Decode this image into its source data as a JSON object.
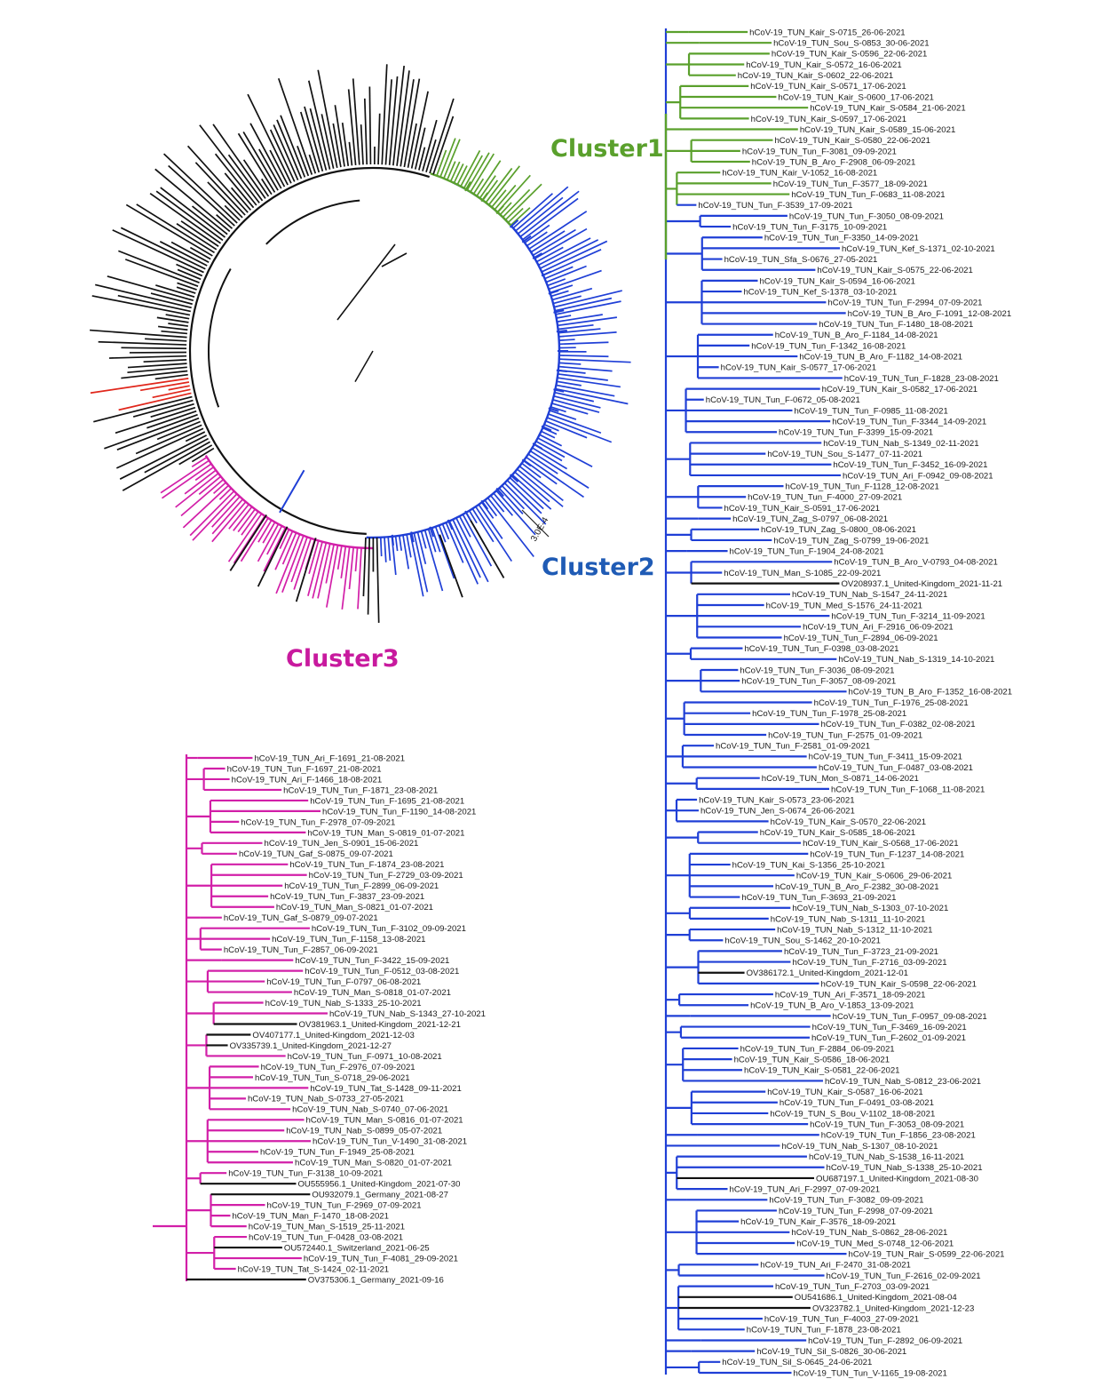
{
  "clusters": {
    "cluster1": {
      "label": "Cluster1",
      "color": "#5aa02c"
    },
    "cluster2": {
      "label": "Cluster2",
      "color": "#1f3fd6"
    },
    "cluster3": {
      "label": "Cluster3",
      "color": "#d21fa8"
    }
  },
  "colors": {
    "other": "#111111",
    "highlight": "#e0261b"
  },
  "scale_bar_label": "3.0E-4",
  "right_tree": {
    "tips": [
      {
        "label": "hCoV-19_TUN_Kair_S-0715_26-06-2021",
        "c": "g"
      },
      {
        "label": "hCoV-19_TUN_Sou_S-0853_30-06-2021",
        "c": "g"
      },
      {
        "label": "hCoV-19_TUN_Kair_S-0596_22-06-2021",
        "c": "g"
      },
      {
        "label": "hCoV-19_TUN_Kair_S-0572_16-06-2021",
        "c": "g"
      },
      {
        "label": "hCoV-19_TUN_Kair_S-0602_22-06-2021",
        "c": "g"
      },
      {
        "label": "hCoV-19_TUN_Kair_S-0571_17-06-2021",
        "c": "g"
      },
      {
        "label": "hCoV-19_TUN_Kair_S-0600_17-06-2021",
        "c": "g"
      },
      {
        "label": "hCoV-19_TUN_Kair_S-0584_21-06-2021",
        "c": "g"
      },
      {
        "label": "hCoV-19_TUN_Kair_S-0597_17-06-2021",
        "c": "g"
      },
      {
        "label": "hCoV-19_TUN_Kair_S-0589_15-06-2021",
        "c": "g"
      },
      {
        "label": "hCoV-19_TUN_Kair_S-0580_22-06-2021",
        "c": "g"
      },
      {
        "label": "hCoV-19_TUN_Tun_F-3081_09-09-2021",
        "c": "g"
      },
      {
        "label": "hCoV-19_TUN_B_Aro_F-2908_06-09-2021",
        "c": "g"
      },
      {
        "label": "hCoV-19_TUN_Kair_V-1052_16-08-2021",
        "c": "g"
      },
      {
        "label": "hCoV-19_TUN_Tun_F-3577_18-09-2021",
        "c": "g"
      },
      {
        "label": "hCoV-19_TUN_Tun_F-0683_11-08-2021",
        "c": "g"
      },
      {
        "label": "hCoV-19_TUN_Tun_F-3539_17-09-2021",
        "c": "b"
      },
      {
        "label": "hCoV-19_TUN_Tun_F-3050_08-09-2021",
        "c": "b"
      },
      {
        "label": "hCoV-19_TUN_Tun_F-3175_10-09-2021",
        "c": "b"
      },
      {
        "label": "hCoV-19_TUN_Tun_F-3350_14-09-2021",
        "c": "b"
      },
      {
        "label": "hCoV-19_TUN_Kef_S-1371_02-10-2021",
        "c": "b"
      },
      {
        "label": "hCoV-19_TUN_Sfa_S-0676_27-05-2021",
        "c": "b"
      },
      {
        "label": "hCoV-19_TUN_Kair_S-0575_22-06-2021",
        "c": "b"
      },
      {
        "label": "hCoV-19_TUN_Kair_S-0594_16-06-2021",
        "c": "b"
      },
      {
        "label": "hCoV-19_TUN_Kef_S-1378_03-10-2021",
        "c": "b"
      },
      {
        "label": "hCoV-19_TUN_Tun_F-2994_07-09-2021",
        "c": "b"
      },
      {
        "label": "hCoV-19_TUN_B_Aro_F-1091_12-08-2021",
        "c": "b"
      },
      {
        "label": "hCoV-19_TUN_Tun_F-1480_18-08-2021",
        "c": "b"
      },
      {
        "label": "hCoV-19_TUN_B_Aro_F-1184_14-08-2021",
        "c": "b"
      },
      {
        "label": "hCoV-19_TUN_Tun_F-1342_16-08-2021",
        "c": "b"
      },
      {
        "label": "hCoV-19_TUN_B_Aro_F-1182_14-08-2021",
        "c": "b"
      },
      {
        "label": "hCoV-19_TUN_Kair_S-0577_17-06-2021",
        "c": "b"
      },
      {
        "label": "hCoV-19_TUN_Tun_F-1828_23-08-2021",
        "c": "b"
      },
      {
        "label": "hCoV-19_TUN_Kair_S-0582_17-06-2021",
        "c": "b"
      },
      {
        "label": "hCoV-19_TUN_Tun_F-0672_05-08-2021",
        "c": "b"
      },
      {
        "label": "hCoV-19_TUN_Tun_F-0985_11-08-2021",
        "c": "b"
      },
      {
        "label": "hCoV-19_TUN_Tun_F-3344_14-09-2021",
        "c": "b"
      },
      {
        "label": "hCoV-19_TUN_Tun_F-3399_15-09-2021",
        "c": "b"
      },
      {
        "label": "hCoV-19_TUN_Nab_S-1349_02-11-2021",
        "c": "b"
      },
      {
        "label": "hCoV-19_TUN_Sou_S-1477_07-11-2021",
        "c": "b"
      },
      {
        "label": "hCoV-19_TUN_Tun_F-3452_16-09-2021",
        "c": "b"
      },
      {
        "label": "hCoV-19_TUN_Ari_F-0942_09-08-2021",
        "c": "b"
      },
      {
        "label": "hCoV-19_TUN_Tun_F-1128_12-08-2021",
        "c": "b"
      },
      {
        "label": "hCoV-19_TUN_Tun_F-4000_27-09-2021",
        "c": "b"
      },
      {
        "label": "hCoV-19_TUN_Kair_S-0591_17-06-2021",
        "c": "b"
      },
      {
        "label": "hCoV-19_TUN_Zag_S-0797_06-08-2021",
        "c": "b"
      },
      {
        "label": "hCoV-19_TUN_Zag_S-0800_08-06-2021",
        "c": "b"
      },
      {
        "label": "hCoV-19_TUN_Zag_S-0799_19-06-2021",
        "c": "b"
      },
      {
        "label": "hCoV-19_TUN_Tun_F-1904_24-08-2021",
        "c": "b"
      },
      {
        "label": "hCoV-19_TUN_B_Aro_V-0793_04-08-2021",
        "c": "b"
      },
      {
        "label": "hCoV-19_TUN_Man_S-1085_22-09-2021",
        "c": "b"
      },
      {
        "label": "OV208937.1_United-Kingdom_2021-11-21",
        "c": "k"
      },
      {
        "label": "hCoV-19_TUN_Nab_S-1547_24-11-2021",
        "c": "b"
      },
      {
        "label": "hCoV-19_TUN_Med_S-1576_24-11-2021",
        "c": "b"
      },
      {
        "label": "hCoV-19_TUN_Tun_F-3214_11-09-2021",
        "c": "b"
      },
      {
        "label": "hCoV-19_TUN_Ari_F-2916_06-09-2021",
        "c": "b"
      },
      {
        "label": "hCoV-19_TUN_Tun_F-2894_06-09-2021",
        "c": "b"
      },
      {
        "label": "hCoV-19_TUN_Tun_F-0398_03-08-2021",
        "c": "b"
      },
      {
        "label": "hCoV-19_TUN_Nab_S-1319_14-10-2021",
        "c": "b"
      },
      {
        "label": "hCoV-19_TUN_Tun_F-3036_08-09-2021",
        "c": "b"
      },
      {
        "label": "hCoV-19_TUN_Tun_F-3057_08-09-2021",
        "c": "b"
      },
      {
        "label": "hCoV-19_TUN_B_Aro_F-1352_16-08-2021",
        "c": "b"
      },
      {
        "label": "hCoV-19_TUN_Tun_F-1976_25-08-2021",
        "c": "b"
      },
      {
        "label": "hCoV-19_TUN_Tun_F-1978_25-08-2021",
        "c": "b"
      },
      {
        "label": "hCoV-19_TUN_Tun_F-0382_02-08-2021",
        "c": "b"
      },
      {
        "label": "hCoV-19_TUN_Tun_F-2575_01-09-2021",
        "c": "b"
      },
      {
        "label": "hCoV-19_TUN_Tun_F-2581_01-09-2021",
        "c": "b"
      },
      {
        "label": "hCoV-19_TUN_Tun_F-3411_15-09-2021",
        "c": "b"
      },
      {
        "label": "hCoV-19_TUN_Tun_F-0487_03-08-2021",
        "c": "b"
      },
      {
        "label": "hCoV-19_TUN_Mon_S-0871_14-06-2021",
        "c": "b"
      },
      {
        "label": "hCoV-19_TUN_Tun_F-1068_11-08-2021",
        "c": "b"
      },
      {
        "label": "hCoV-19_TUN_Kair_S-0573_23-06-2021",
        "c": "b"
      },
      {
        "label": "hCoV-19_TUN_Jen_S-0674_26-06-2021",
        "c": "b"
      },
      {
        "label": "hCoV-19_TUN_Kair_S-0570_22-06-2021",
        "c": "b"
      },
      {
        "label": "hCoV-19_TUN_Kair_S-0585_18-06-2021",
        "c": "b"
      },
      {
        "label": "hCoV-19_TUN_Kair_S-0568_17-06-2021",
        "c": "b"
      },
      {
        "label": "hCoV-19_TUN_Tun_F-1237_14-08-2021",
        "c": "b"
      },
      {
        "label": "hCoV-19_TUN_Kai_S-1356_25-10-2021",
        "c": "b"
      },
      {
        "label": "hCoV-19_TUN_Kair_S-0606_29-06-2021",
        "c": "b"
      },
      {
        "label": "hCoV-19_TUN_B_Aro_F-2382_30-08-2021",
        "c": "b"
      },
      {
        "label": "hCoV-19_TUN_Tun_F-3693_21-09-2021",
        "c": "b"
      },
      {
        "label": "hCoV-19_TUN_Nab_S-1303_07-10-2021",
        "c": "b"
      },
      {
        "label": "hCoV-19_TUN_Nab_S-1311_11-10-2021",
        "c": "b"
      },
      {
        "label": "hCoV-19_TUN_Nab_S-1312_11-10-2021",
        "c": "b"
      },
      {
        "label": "hCoV-19_TUN_Sou_S-1462_20-10-2021",
        "c": "b"
      },
      {
        "label": "hCoV-19_TUN_Tun_F-3723_21-09-2021",
        "c": "b"
      },
      {
        "label": "hCoV-19_TUN_Tun_F-2716_03-09-2021",
        "c": "b"
      },
      {
        "label": "OV386172.1_United-Kingdom_2021-12-01",
        "c": "k"
      },
      {
        "label": "hCoV-19_TUN_Kair_S-0598_22-06-2021",
        "c": "b"
      },
      {
        "label": "hCoV-19_TUN_Ari_F-3571_18-09-2021",
        "c": "b"
      },
      {
        "label": "hCoV-19_TUN_B_Aro_V-1853_13-09-2021",
        "c": "b"
      },
      {
        "label": "hCoV-19_TUN_Tun_F-0957_09-08-2021",
        "c": "b"
      },
      {
        "label": "hCoV-19_TUN_Tun_F-3469_16-09-2021",
        "c": "b"
      },
      {
        "label": "hCoV-19_TUN_Tun_F-2602_01-09-2021",
        "c": "b"
      },
      {
        "label": "hCoV-19_TUN_Tun_F-2884_06-09-2021",
        "c": "b"
      },
      {
        "label": "hCoV-19_TUN_Kair_S-0586_18-06-2021",
        "c": "b"
      },
      {
        "label": "hCoV-19_TUN_Kair_S-0581_22-06-2021",
        "c": "b"
      },
      {
        "label": "hCoV-19_TUN_Nab_S-0812_23-06-2021",
        "c": "b"
      },
      {
        "label": "hCoV-19_TUN_Kair_S-0587_16-06-2021",
        "c": "b"
      },
      {
        "label": "hCoV-19_TUN_Tun_F-0491_03-08-2021",
        "c": "b"
      },
      {
        "label": "hCoV-19_TUN_S_Bou_V-1102_18-08-2021",
        "c": "b"
      },
      {
        "label": "hCoV-19_TUN_Tun_F-3053_08-09-2021",
        "c": "b"
      },
      {
        "label": "hCoV-19_TUN_Tun_F-1856_23-08-2021",
        "c": "b"
      },
      {
        "label": "hCoV-19_TUN_Nab_S-1307_08-10-2021",
        "c": "b"
      },
      {
        "label": "hCoV-19_TUN_Nab_S-1538_16-11-2021",
        "c": "b"
      },
      {
        "label": "hCoV-19_TUN_Nab_S-1338_25-10-2021",
        "c": "b"
      },
      {
        "label": "OU687197.1_United-Kingdom_2021-08-30",
        "c": "k"
      },
      {
        "label": "hCoV-19_TUN_Ari_F-2997_07-09-2021",
        "c": "b"
      },
      {
        "label": "hCoV-19_TUN_Tun_F-3082_09-09-2021",
        "c": "b"
      },
      {
        "label": "hCoV-19_TUN_Tun_F-2998_07-09-2021",
        "c": "b"
      },
      {
        "label": "hCoV-19_TUN_Kair_F-3576_18-09-2021",
        "c": "b"
      },
      {
        "label": "hCoV-19_TUN_Nab_S-0862_28-06-2021",
        "c": "b"
      },
      {
        "label": "hCoV-19_TUN_Med_S-0748_12-06-2021",
        "c": "b"
      },
      {
        "label": "hCoV-19_TUN_Rair_S-0599_22-06-2021",
        "c": "b"
      },
      {
        "label": "hCoV-19_TUN_Ari_F-2470_31-08-2021",
        "c": "b"
      },
      {
        "label": "hCoV-19_TUN_Tun_F-2616_02-09-2021",
        "c": "b"
      },
      {
        "label": "hCoV-19_TUN_Tun_F-2703_03-09-2021",
        "c": "b"
      },
      {
        "label": "OU541686.1_United-Kingdom_2021-08-04",
        "c": "k"
      },
      {
        "label": "OV323782.1_United-Kingdom_2021-12-23",
        "c": "k"
      },
      {
        "label": "hCoV-19_TUN_Tun_F-4003_27-09-2021",
        "c": "b"
      },
      {
        "label": "hCoV-19_TUN_Tun_F-1878_23-08-2021",
        "c": "b"
      },
      {
        "label": "hCoV-19_TUN_Tun_F-2892_06-09-2021",
        "c": "b"
      },
      {
        "label": "hCoV-19_TUN_Sil_S-0826_30-06-2021",
        "c": "b"
      },
      {
        "label": "hCoV-19_TUN_Sil_S-0645_24-06-2021",
        "c": "b"
      },
      {
        "label": "hCoV-19_TUN_Tun_V-1165_19-08-2021",
        "c": "b"
      }
    ]
  },
  "left_tree": {
    "tips": [
      {
        "label": "hCoV-19_TUN_Ari_F-1691_21-08-2021",
        "c": "m"
      },
      {
        "label": "hCoV-19_TUN_Tun_F-1697_21-08-2021",
        "c": "m"
      },
      {
        "label": "hCoV-19_TUN_Ari_F-1466_18-08-2021",
        "c": "m"
      },
      {
        "label": "hCoV-19_TUN_Tun_F-1871_23-08-2021",
        "c": "m"
      },
      {
        "label": "hCoV-19_TUN_Tun_F-1695_21-08-2021",
        "c": "m"
      },
      {
        "label": "hCoV-19_TUN_Tun_F-1190_14-08-2021",
        "c": "m"
      },
      {
        "label": "hCoV-19_TUN_Tun_F-2978_07-09-2021",
        "c": "m"
      },
      {
        "label": "hCoV-19_TUN_Man_S-0819_01-07-2021",
        "c": "m"
      },
      {
        "label": "hCoV-19_TUN_Jen_S-0901_15-06-2021",
        "c": "m"
      },
      {
        "label": "hCoV-19_TUN_Gaf_S-0875_09-07-2021",
        "c": "m"
      },
      {
        "label": "hCoV-19_TUN_Tun_F-1874_23-08-2021",
        "c": "m"
      },
      {
        "label": "hCoV-19_TUN_Tun_F-2729_03-09-2021",
        "c": "m"
      },
      {
        "label": "hCoV-19_TUN_Tun_F-2899_06-09-2021",
        "c": "m"
      },
      {
        "label": "hCoV-19_TUN_Tun_F-3837_23-09-2021",
        "c": "m"
      },
      {
        "label": "hCoV-19_TUN_Man_S-0821_01-07-2021",
        "c": "m"
      },
      {
        "label": "hCoV-19_TUN_Gaf_S-0879_09-07-2021",
        "c": "m"
      },
      {
        "label": "hCoV-19_TUN_Tun_F-3102_09-09-2021",
        "c": "m"
      },
      {
        "label": "hCoV-19_TUN_Tun_F-1158_13-08-2021",
        "c": "m"
      },
      {
        "label": "hCoV-19_TUN_Tun_F-2857_06-09-2021",
        "c": "m"
      },
      {
        "label": "hCoV-19_TUN_Tun_F-3422_15-09-2021",
        "c": "m"
      },
      {
        "label": "hCoV-19_TUN_Tun_F-0512_03-08-2021",
        "c": "m"
      },
      {
        "label": "hCoV-19_TUN_Tun_F-0797_06-08-2021",
        "c": "m"
      },
      {
        "label": "hCoV-19_TUN_Man_S-0818_01-07-2021",
        "c": "m"
      },
      {
        "label": "hCoV-19_TUN_Nab_S-1333_25-10-2021",
        "c": "m"
      },
      {
        "label": "hCoV-19_TUN_Nab_S-1343_27-10-2021",
        "c": "m"
      },
      {
        "label": "OV381963.1_United-Kingdom_2021-12-21",
        "c": "k"
      },
      {
        "label": "OV407177.1_United-Kingdom_2021-12-03",
        "c": "k"
      },
      {
        "label": "OV335739.1_United-Kingdom_2021-12-27",
        "c": "k"
      },
      {
        "label": "hCoV-19_TUN_Tun_F-0971_10-08-2021",
        "c": "m"
      },
      {
        "label": "hCoV-19_TUN_Tun_F-2976_07-09-2021",
        "c": "m"
      },
      {
        "label": "hCoV-19_TUN_Tun_S-0718_29-06-2021",
        "c": "m"
      },
      {
        "label": "hCoV-19_TUN_Tat_S-1428_09-11-2021",
        "c": "m"
      },
      {
        "label": "hCoV-19_TUN_Nab_S-0733_27-05-2021",
        "c": "m"
      },
      {
        "label": "hCoV-19_TUN_Nab_S-0740_07-06-2021",
        "c": "m"
      },
      {
        "label": "hCoV-19_TUN_Man_S-0816_01-07-2021",
        "c": "m"
      },
      {
        "label": "hCoV-19_TUN_Nab_S-0899_05-07-2021",
        "c": "m"
      },
      {
        "label": "hCoV-19_TUN_Tun_V-1490_31-08-2021",
        "c": "m"
      },
      {
        "label": "hCoV-19_TUN_Tun_F-1949_25-08-2021",
        "c": "m"
      },
      {
        "label": "hCoV-19_TUN_Man_S-0820_01-07-2021",
        "c": "m"
      },
      {
        "label": "hCoV-19_TUN_Tun_F-3138_10-09-2021",
        "c": "m"
      },
      {
        "label": "OU555956.1_United-Kingdom_2021-07-30",
        "c": "k"
      },
      {
        "label": "OU932079.1_Germany_2021-08-27",
        "c": "k"
      },
      {
        "label": "hCoV-19_TUN_Tun_F-2969_07-09-2021",
        "c": "m"
      },
      {
        "label": "hCoV-19_TUN_Man_F-1470_18-08-2021",
        "c": "m"
      },
      {
        "label": "hCoV-19_TUN_Man_S-1519_25-11-2021",
        "c": "m"
      },
      {
        "label": "hCoV-19_TUN_Tun_F-0428_03-08-2021",
        "c": "m"
      },
      {
        "label": "OU572440.1_Switzerland_2021-06-25",
        "c": "k"
      },
      {
        "label": "hCoV-19_TUN_Tun_F-4081_29-09-2021",
        "c": "m"
      },
      {
        "label": "hCoV-19_TUN_Tat_S-1424_02-11-2021",
        "c": "m"
      },
      {
        "label": "OV375306.1_Germany_2021-09-16",
        "c": "k"
      }
    ]
  }
}
